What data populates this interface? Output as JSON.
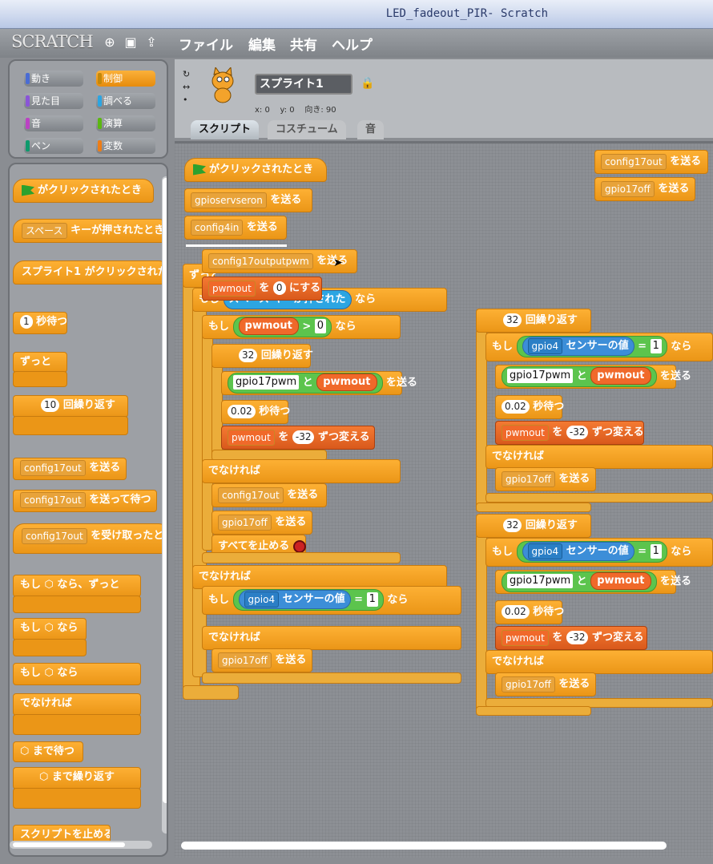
{
  "window_title": "LED_fadeout_PIR- Scratch",
  "logo": "SCRATCH",
  "menu": [
    "ファイル",
    "編集",
    "共有",
    "ヘルプ"
  ],
  "categories": [
    {
      "label": "動き",
      "color": "#4a6cd4"
    },
    {
      "label": "制御",
      "color": "#e1a91a"
    },
    {
      "label": "見た目",
      "color": "#8a55d7"
    },
    {
      "label": "調べる",
      "color": "#2ca5e2"
    },
    {
      "label": "音",
      "color": "#bb42c3"
    },
    {
      "label": "演算",
      "color": "#5cb712"
    },
    {
      "label": "ペン",
      "color": "#0e9a6c"
    },
    {
      "label": "変数",
      "color": "#ee7d16"
    }
  ],
  "palette": {
    "flag_hat": "がクリックされたとき",
    "key_hat_key": "スペース",
    "key_hat_rest": "キーが押されたとき",
    "sprite_hat": "スプライト1 がクリックされたとき",
    "wait_num": "1",
    "wait_label": "秒待つ",
    "forever": "ずっと",
    "repeat_num": "10",
    "repeat_label": "回繰り返す",
    "bcast_msg": "config17out",
    "bcast_label": "を送る",
    "bcastwait_msg": "config17out",
    "bcastwait_label": "を送って待つ",
    "recv_msg": "config17out",
    "recv_label": "を受け取ったとき",
    "if_forever_a": "もし",
    "if_forever_b": "なら、ずっと",
    "if_a": "もし",
    "if_b": "なら",
    "ifelse_a": "もし",
    "ifelse_b": "なら",
    "else": "でなければ",
    "waituntil": "まで待つ",
    "repeatuntil": "まで繰り返す",
    "stopscript": "スクリプトを止める"
  },
  "sprite": {
    "name": "スプライト1",
    "x": "x: 0",
    "y": "y: 0",
    "dir": "向き: 90"
  },
  "tabs": [
    "スクリプト",
    "コスチューム",
    "音"
  ],
  "script": {
    "hat": "がクリックされたとき",
    "b1": "gpioservseron",
    "send": "を送る",
    "b2": "config4in",
    "b3": "config17outputpwm",
    "set_var": "pwmout",
    "set_mid": "を",
    "set_val": "0",
    "set_end": "にする",
    "forever": "ずっと",
    "if_a": "もし",
    "key": "スペース",
    "keytail": "キーが押された",
    "if_b": "なら",
    "var": "pwmout",
    "gt": ">",
    "gtval": "0",
    "rep_num": "32",
    "rep_label": "回繰り返す",
    "pwm_msg": "gpio17pwm",
    "and": "と",
    "wait": "0.02",
    "wait_label": "秒待つ",
    "chg_mid": "を",
    "chg_val": "-32",
    "chg_end": "ずつ変える",
    "else": "でなければ",
    "c17out": "config17out",
    "g17off": "gpio17off",
    "stopall": "すべてを止める",
    "sensor": "gpio4",
    "sensor_label": "センサーの値",
    "eq": "=",
    "eqval": "1"
  },
  "right": {
    "top1": "config17out",
    "top2": "gpio17off"
  }
}
